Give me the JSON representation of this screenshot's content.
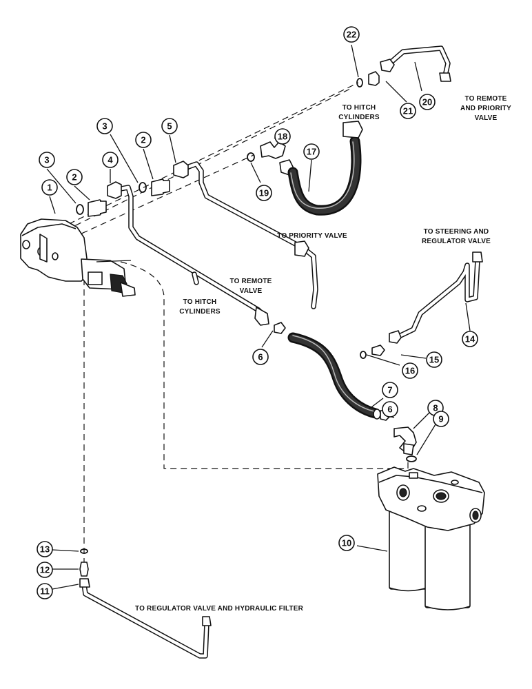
{
  "callouts": [
    {
      "num": "1"
    },
    {
      "num": "2"
    },
    {
      "num": "3"
    },
    {
      "num": "4"
    },
    {
      "num": "5"
    },
    {
      "num": "6"
    },
    {
      "num": "7"
    },
    {
      "num": "8"
    },
    {
      "num": "9"
    },
    {
      "num": "10"
    },
    {
      "num": "11"
    },
    {
      "num": "12"
    },
    {
      "num": "13"
    },
    {
      "num": "14"
    },
    {
      "num": "15"
    },
    {
      "num": "16"
    },
    {
      "num": "17"
    },
    {
      "num": "18"
    },
    {
      "num": "19"
    },
    {
      "num": "20"
    },
    {
      "num": "21"
    },
    {
      "num": "22"
    },
    {
      "num": "2"
    },
    {
      "num": "3"
    },
    {
      "num": "6"
    }
  ],
  "labels": {
    "to_remote_priority": [
      "TO REMOTE",
      "AND PRIORITY",
      "VALVE"
    ],
    "to_hitch_top": [
      "TO HITCH",
      "CYLINDERS"
    ],
    "to_priority": [
      "TO PRIORITY VALVE"
    ],
    "to_steering": [
      "TO STEERING AND",
      "REGULATOR VALVE"
    ],
    "to_remote": [
      "TO REMOTE",
      "VALVE"
    ],
    "to_hitch_mid": [
      "TO HITCH",
      "CYLINDERS"
    ],
    "to_regulator_filter": [
      "TO REGULATOR VALVE AND HYDRAULIC FILTER"
    ]
  }
}
